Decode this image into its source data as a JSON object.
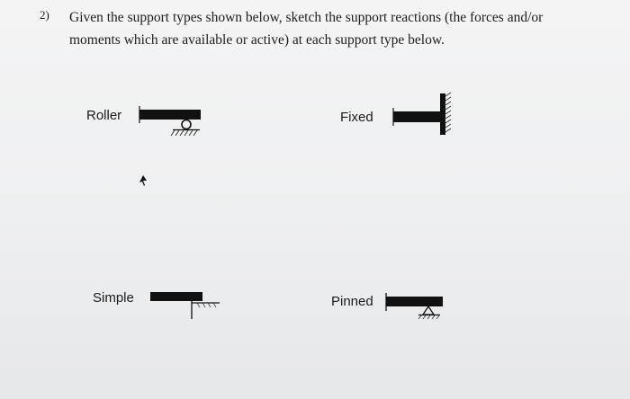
{
  "question": {
    "number": "2)",
    "text": "Given the support types shown below, sketch the support reactions (the forces and/or moments which are available or active) at each support type below."
  },
  "supports": {
    "roller": "Roller",
    "fixed": "Fixed",
    "simple": "Simple",
    "pinned": "Pinned"
  },
  "colors": {
    "ink": "#111111",
    "paper": "#f2f2f3"
  },
  "icons": [
    "roller-support-icon",
    "fixed-support-icon",
    "simple-support-icon",
    "pinned-support-icon",
    "mouse-cursor-icon"
  ]
}
